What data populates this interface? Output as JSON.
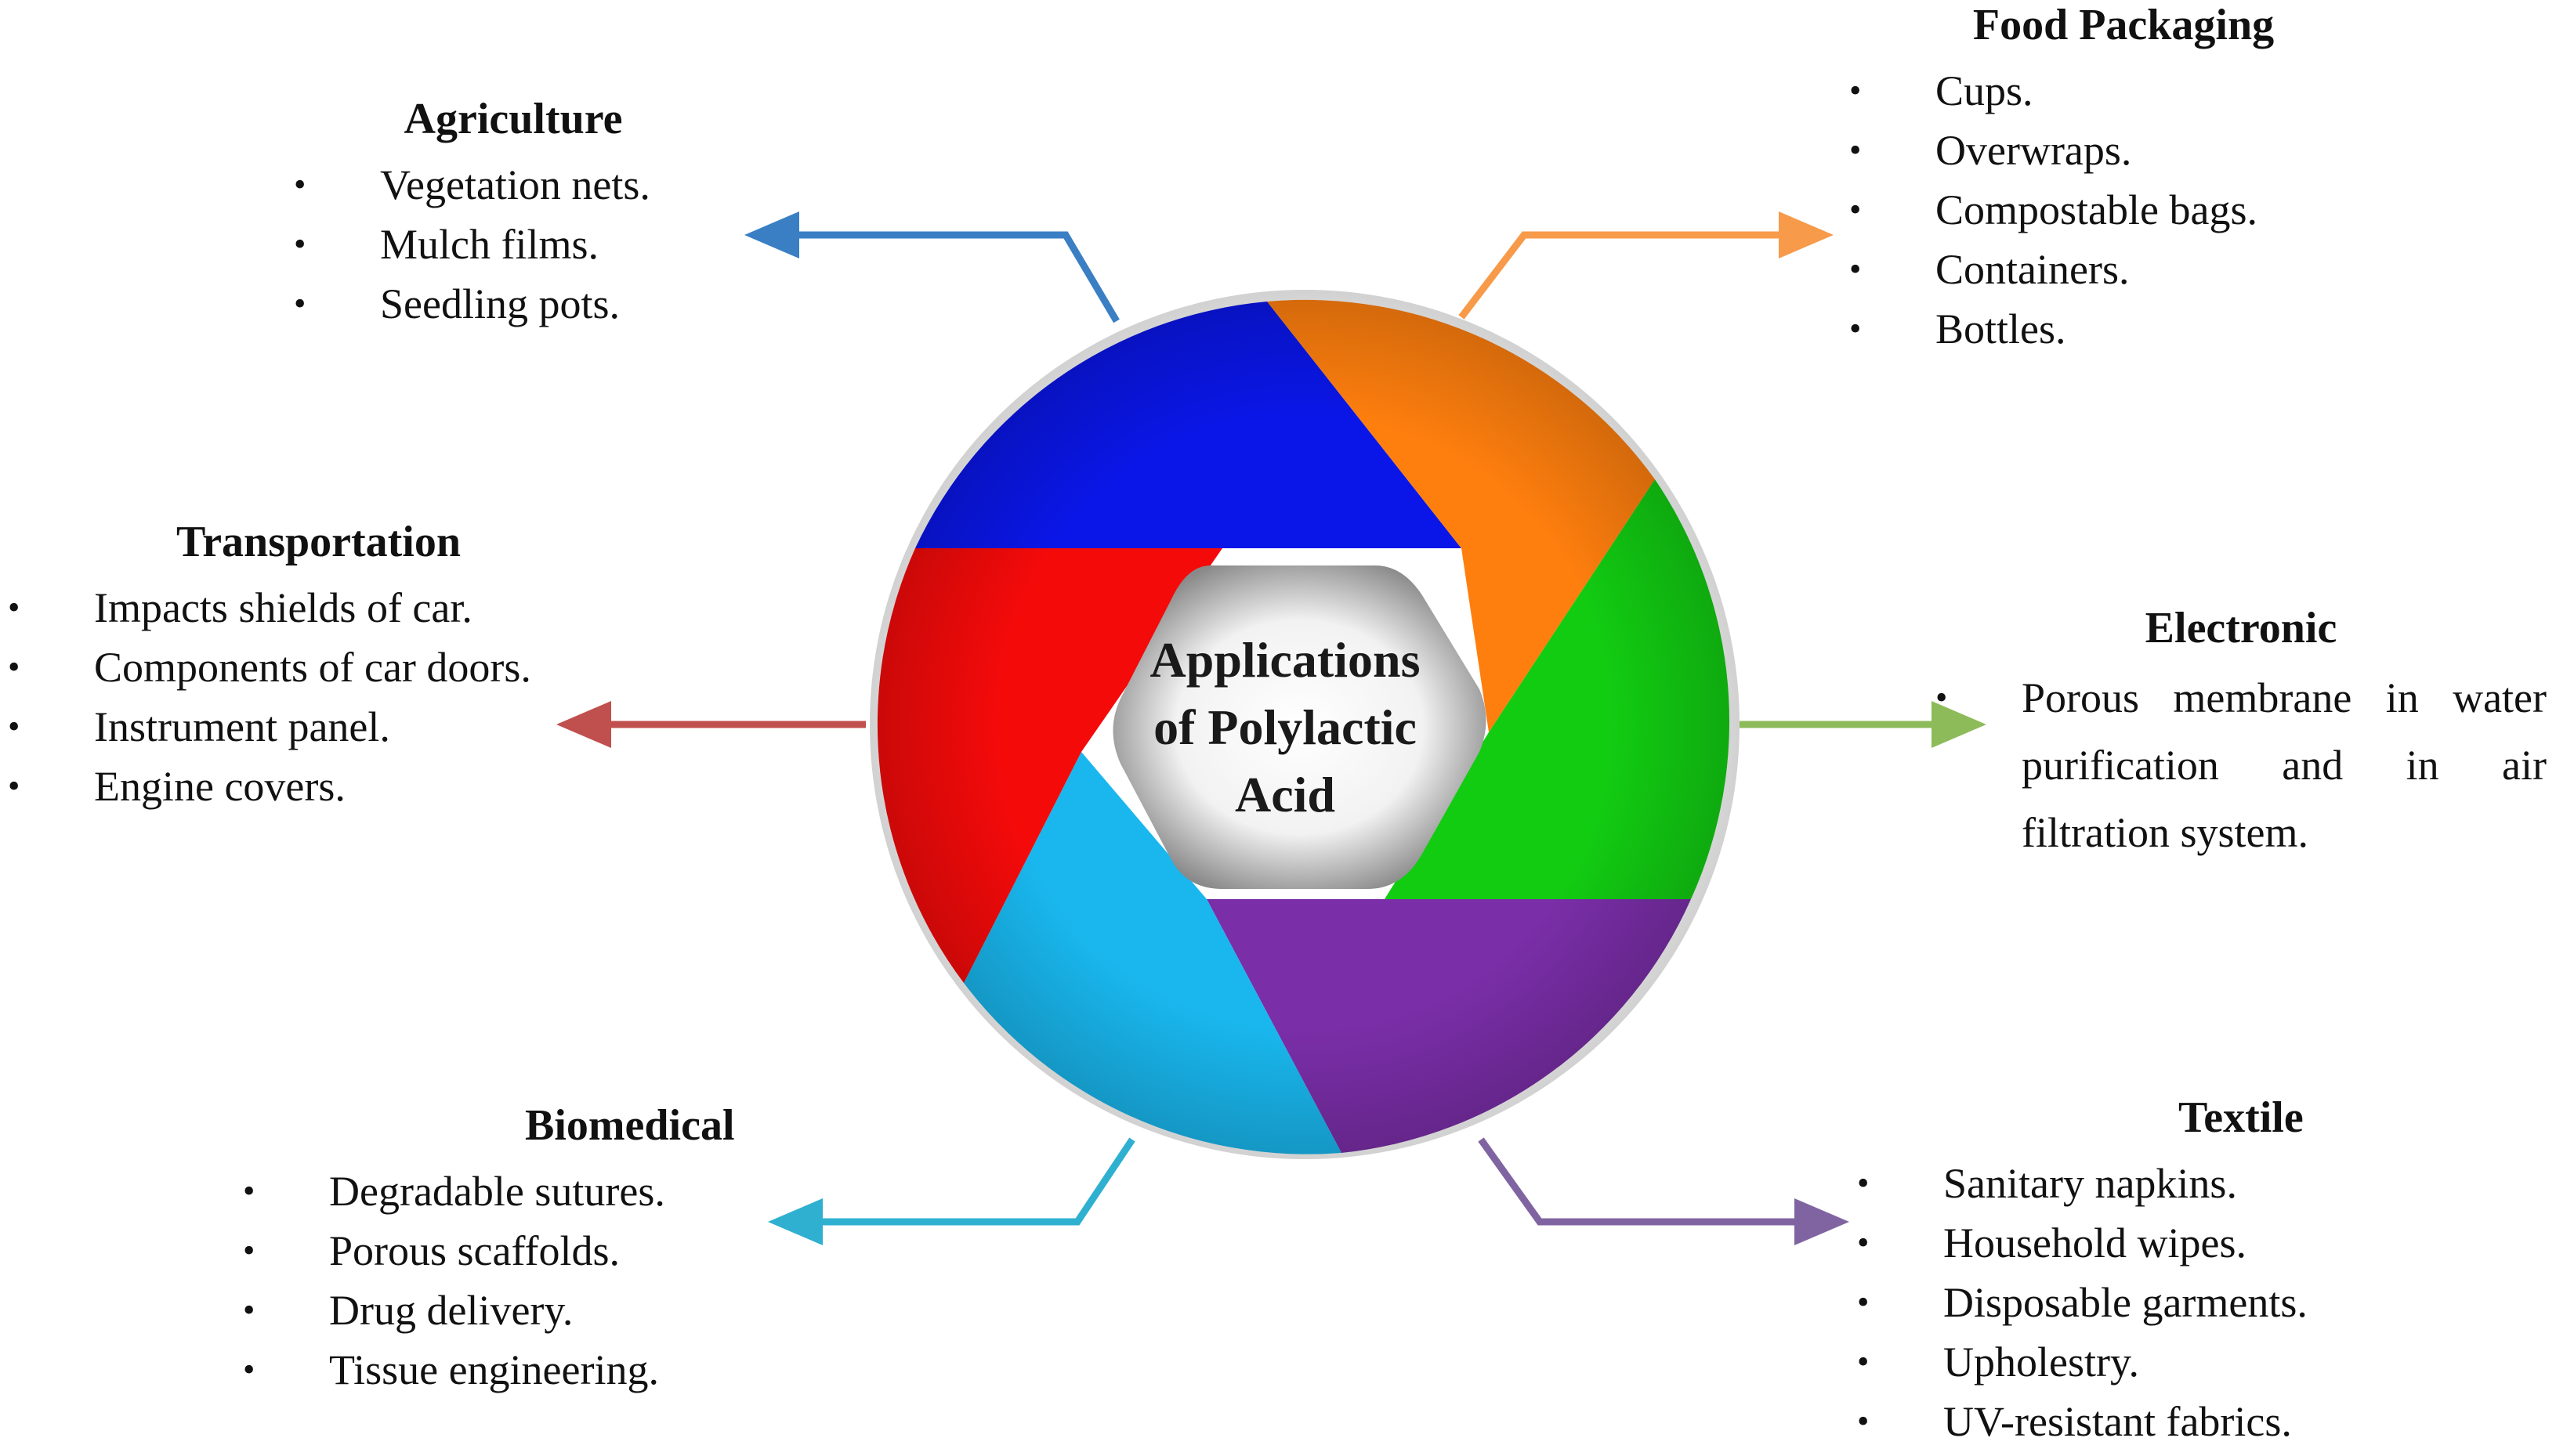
{
  "center": {
    "line1": "Applications",
    "line2": "of Polylactic",
    "line3": "Acid"
  },
  "groups": {
    "agriculture": {
      "title": "Agriculture",
      "color": "#3a7fc4",
      "items": [
        "Vegetation nets.",
        "Mulch films.",
        "Seedling pots."
      ]
    },
    "food_packaging": {
      "title": "Food Packaging",
      "color": "#f79a4a",
      "items": [
        "Cups.",
        "Overwraps.",
        "Compostable bags.",
        "Containers.",
        "Bottles."
      ]
    },
    "transportation": {
      "title": "Transportation",
      "color": "#c0504d",
      "items": [
        "Impacts shields of car.",
        "Components of car doors.",
        "Instrument panel.",
        "Engine covers."
      ]
    },
    "electronic": {
      "title": "Electronic",
      "color": "#8dbb5a",
      "items": [
        "Porous membrane in water purification and in air filtration system."
      ]
    },
    "biomedical": {
      "title": "Biomedical",
      "color": "#2fb0d0",
      "items": [
        "Degradable sutures.",
        "Porous scaffolds.",
        "Drug delivery.",
        "Tissue engineering."
      ]
    },
    "textile": {
      "title": "Textile",
      "color": "#8064a2",
      "items": [
        "Sanitary napkins.",
        "Household wipes.",
        "Disposable garments.",
        "Upholestry.",
        "UV-resistant fabrics."
      ]
    }
  },
  "segment_colors": {
    "blue": "#0a16e8",
    "orange": "#ff7f0e",
    "green": "#12cc12",
    "purple": "#7a2ea8",
    "cyan": "#19b7ee",
    "red": "#f50a0a"
  }
}
